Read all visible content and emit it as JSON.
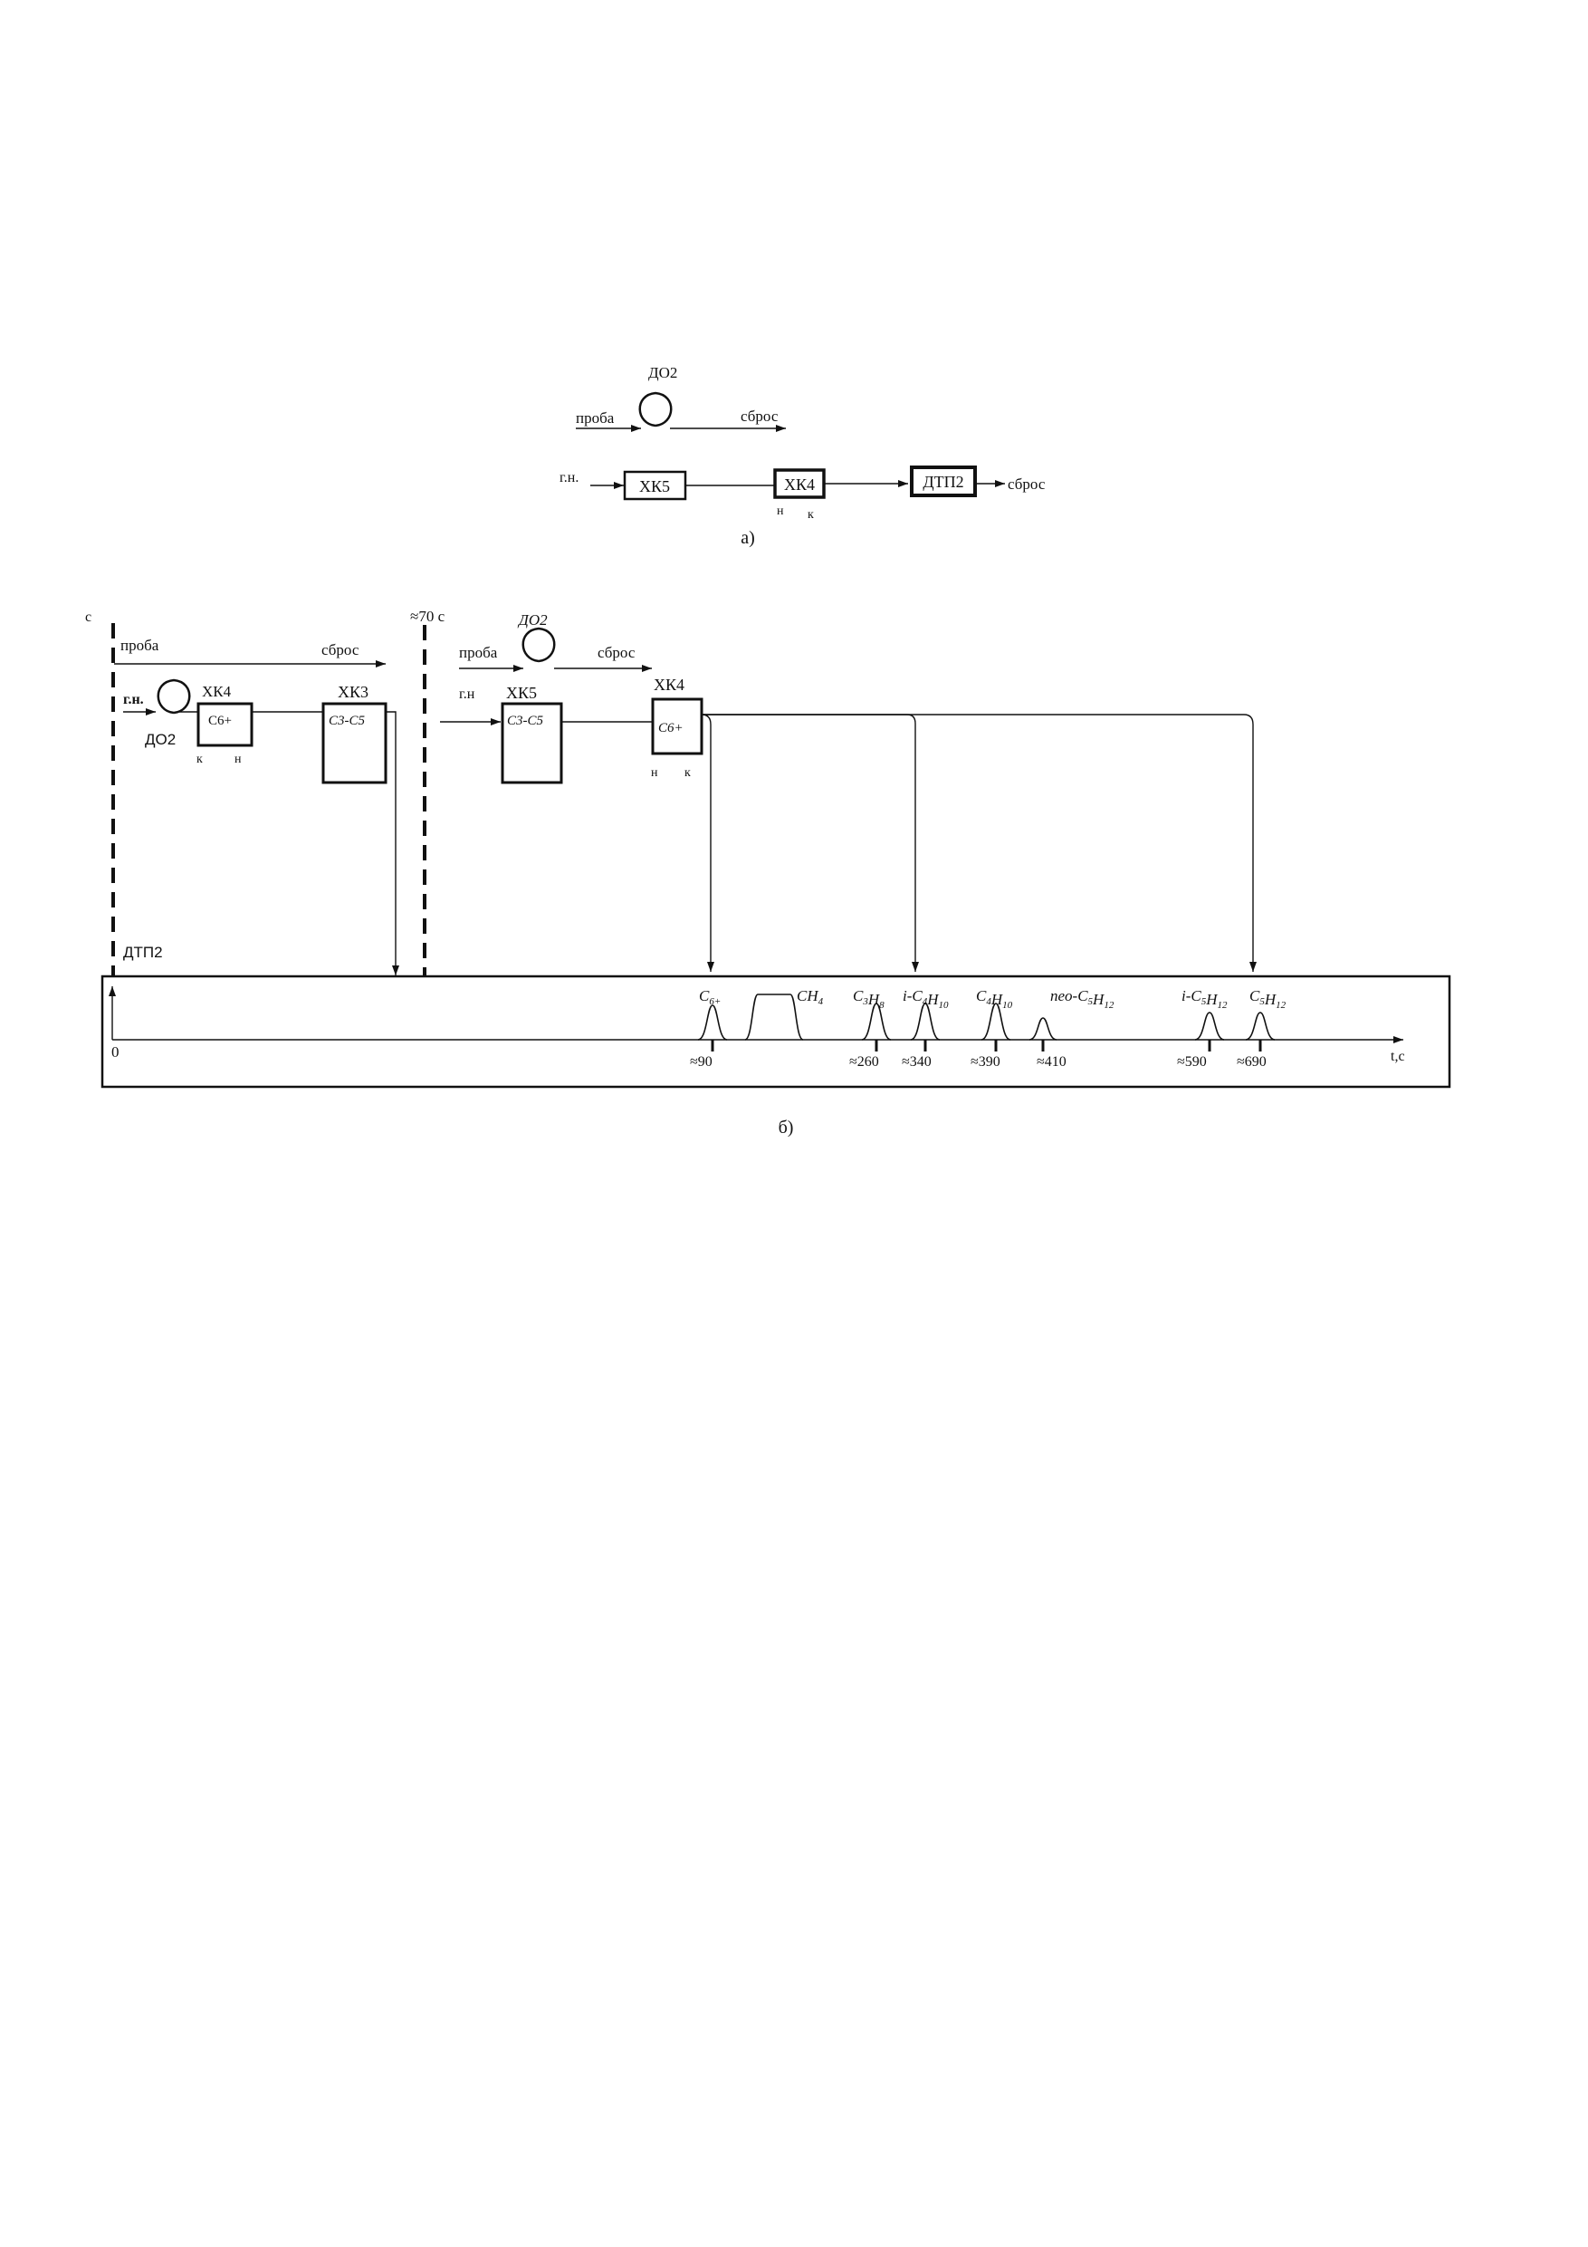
{
  "diagram_a": {
    "dose_valve": "ДО2",
    "sample": "проба",
    "vent_top": "сброс",
    "carrier": "г.н.",
    "column_5": "ХК5",
    "column_4": "ХК4",
    "end_n": "н",
    "end_k": "к",
    "detector": "ДТП2",
    "vent_out": "сброс",
    "caption": "а)"
  },
  "diagram_b": {
    "time_axis_unit": "с",
    "switch_time": "≈70 с",
    "left": {
      "sample": "проба",
      "vent": "сброс",
      "carrier": "г.н.",
      "dose_valve": "ДО2",
      "column_4": "ХК4",
      "column_4_fill": "C6+",
      "end_k": "к",
      "end_n": "н",
      "column_3": "ХК3",
      "column_3_fill": "C3-C5"
    },
    "right": {
      "dose_valve": "ДО2",
      "sample": "проба",
      "vent": "сброс",
      "carrier": "г.н",
      "column_5": "ХК5",
      "column_5_fill": "C3-C5",
      "column_4": "ХК4",
      "column_4_fill": "C6+",
      "end_n": "н",
      "end_k": "к"
    },
    "detector": "ДТП2",
    "origin": "0",
    "t_axis_label": "t,с",
    "caption": "б)"
  },
  "chromatogram": {
    "peaks": [
      {
        "label": "C6+",
        "time_label": "≈90"
      },
      {
        "label": "CH4",
        "time_label": ""
      },
      {
        "label": "C3H8",
        "time_label": "≈260"
      },
      {
        "label": "i-C4H10",
        "time_label": "≈340"
      },
      {
        "label": "C4H10",
        "time_label": "≈390"
      },
      {
        "label": "neo-C5H12",
        "time_label": "≈410"
      },
      {
        "label": "i-C5H12",
        "time_label": "≈590"
      },
      {
        "label": "C5H12",
        "time_label": "≈690"
      }
    ]
  },
  "colors": {
    "line": "#111111",
    "background": "#ffffff"
  }
}
